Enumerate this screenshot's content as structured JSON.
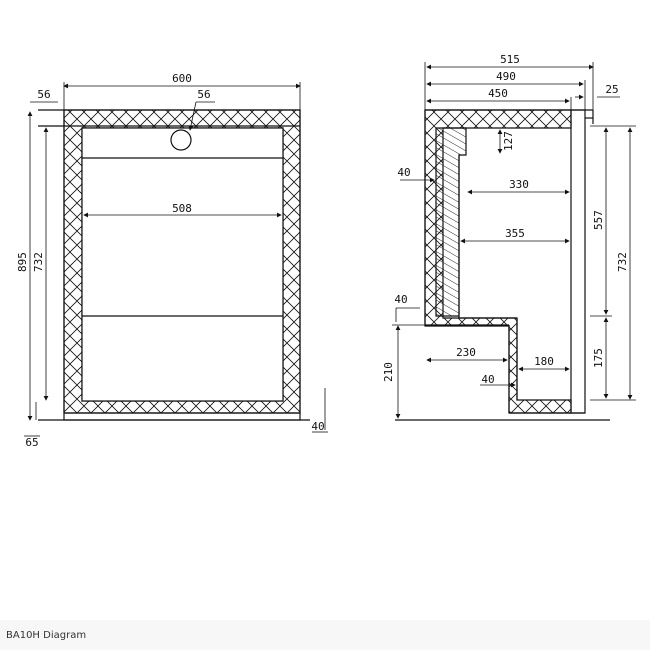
{
  "caption": "BA10H Diagram",
  "colors": {
    "line": "#111111",
    "background": "#ffffff",
    "caption_bar": "#f7f7f7",
    "caption_text": "#333333"
  },
  "front_view": {
    "overall_width": "600",
    "top_lip": "56",
    "knob_offset": "56",
    "overall_height": "895",
    "cabinet_height": "732",
    "shelf_width": "508",
    "plinth_height": "65",
    "base_thickness": "40"
  },
  "side_view": {
    "overall_depth": "515",
    "body_depth": "490",
    "inner_depth": "450",
    "door_thickness": "25",
    "back_wall": "40",
    "top_offset": "127",
    "shelf_upper_depth": "330",
    "shelf_lower_depth": "355",
    "door_upper_height": "557",
    "total_height": "732",
    "step_wall": "40",
    "step_height": "210",
    "step_depth": "230",
    "lower_shelf_depth": "180",
    "lower_wall": "40",
    "door_lower_height": "175"
  }
}
